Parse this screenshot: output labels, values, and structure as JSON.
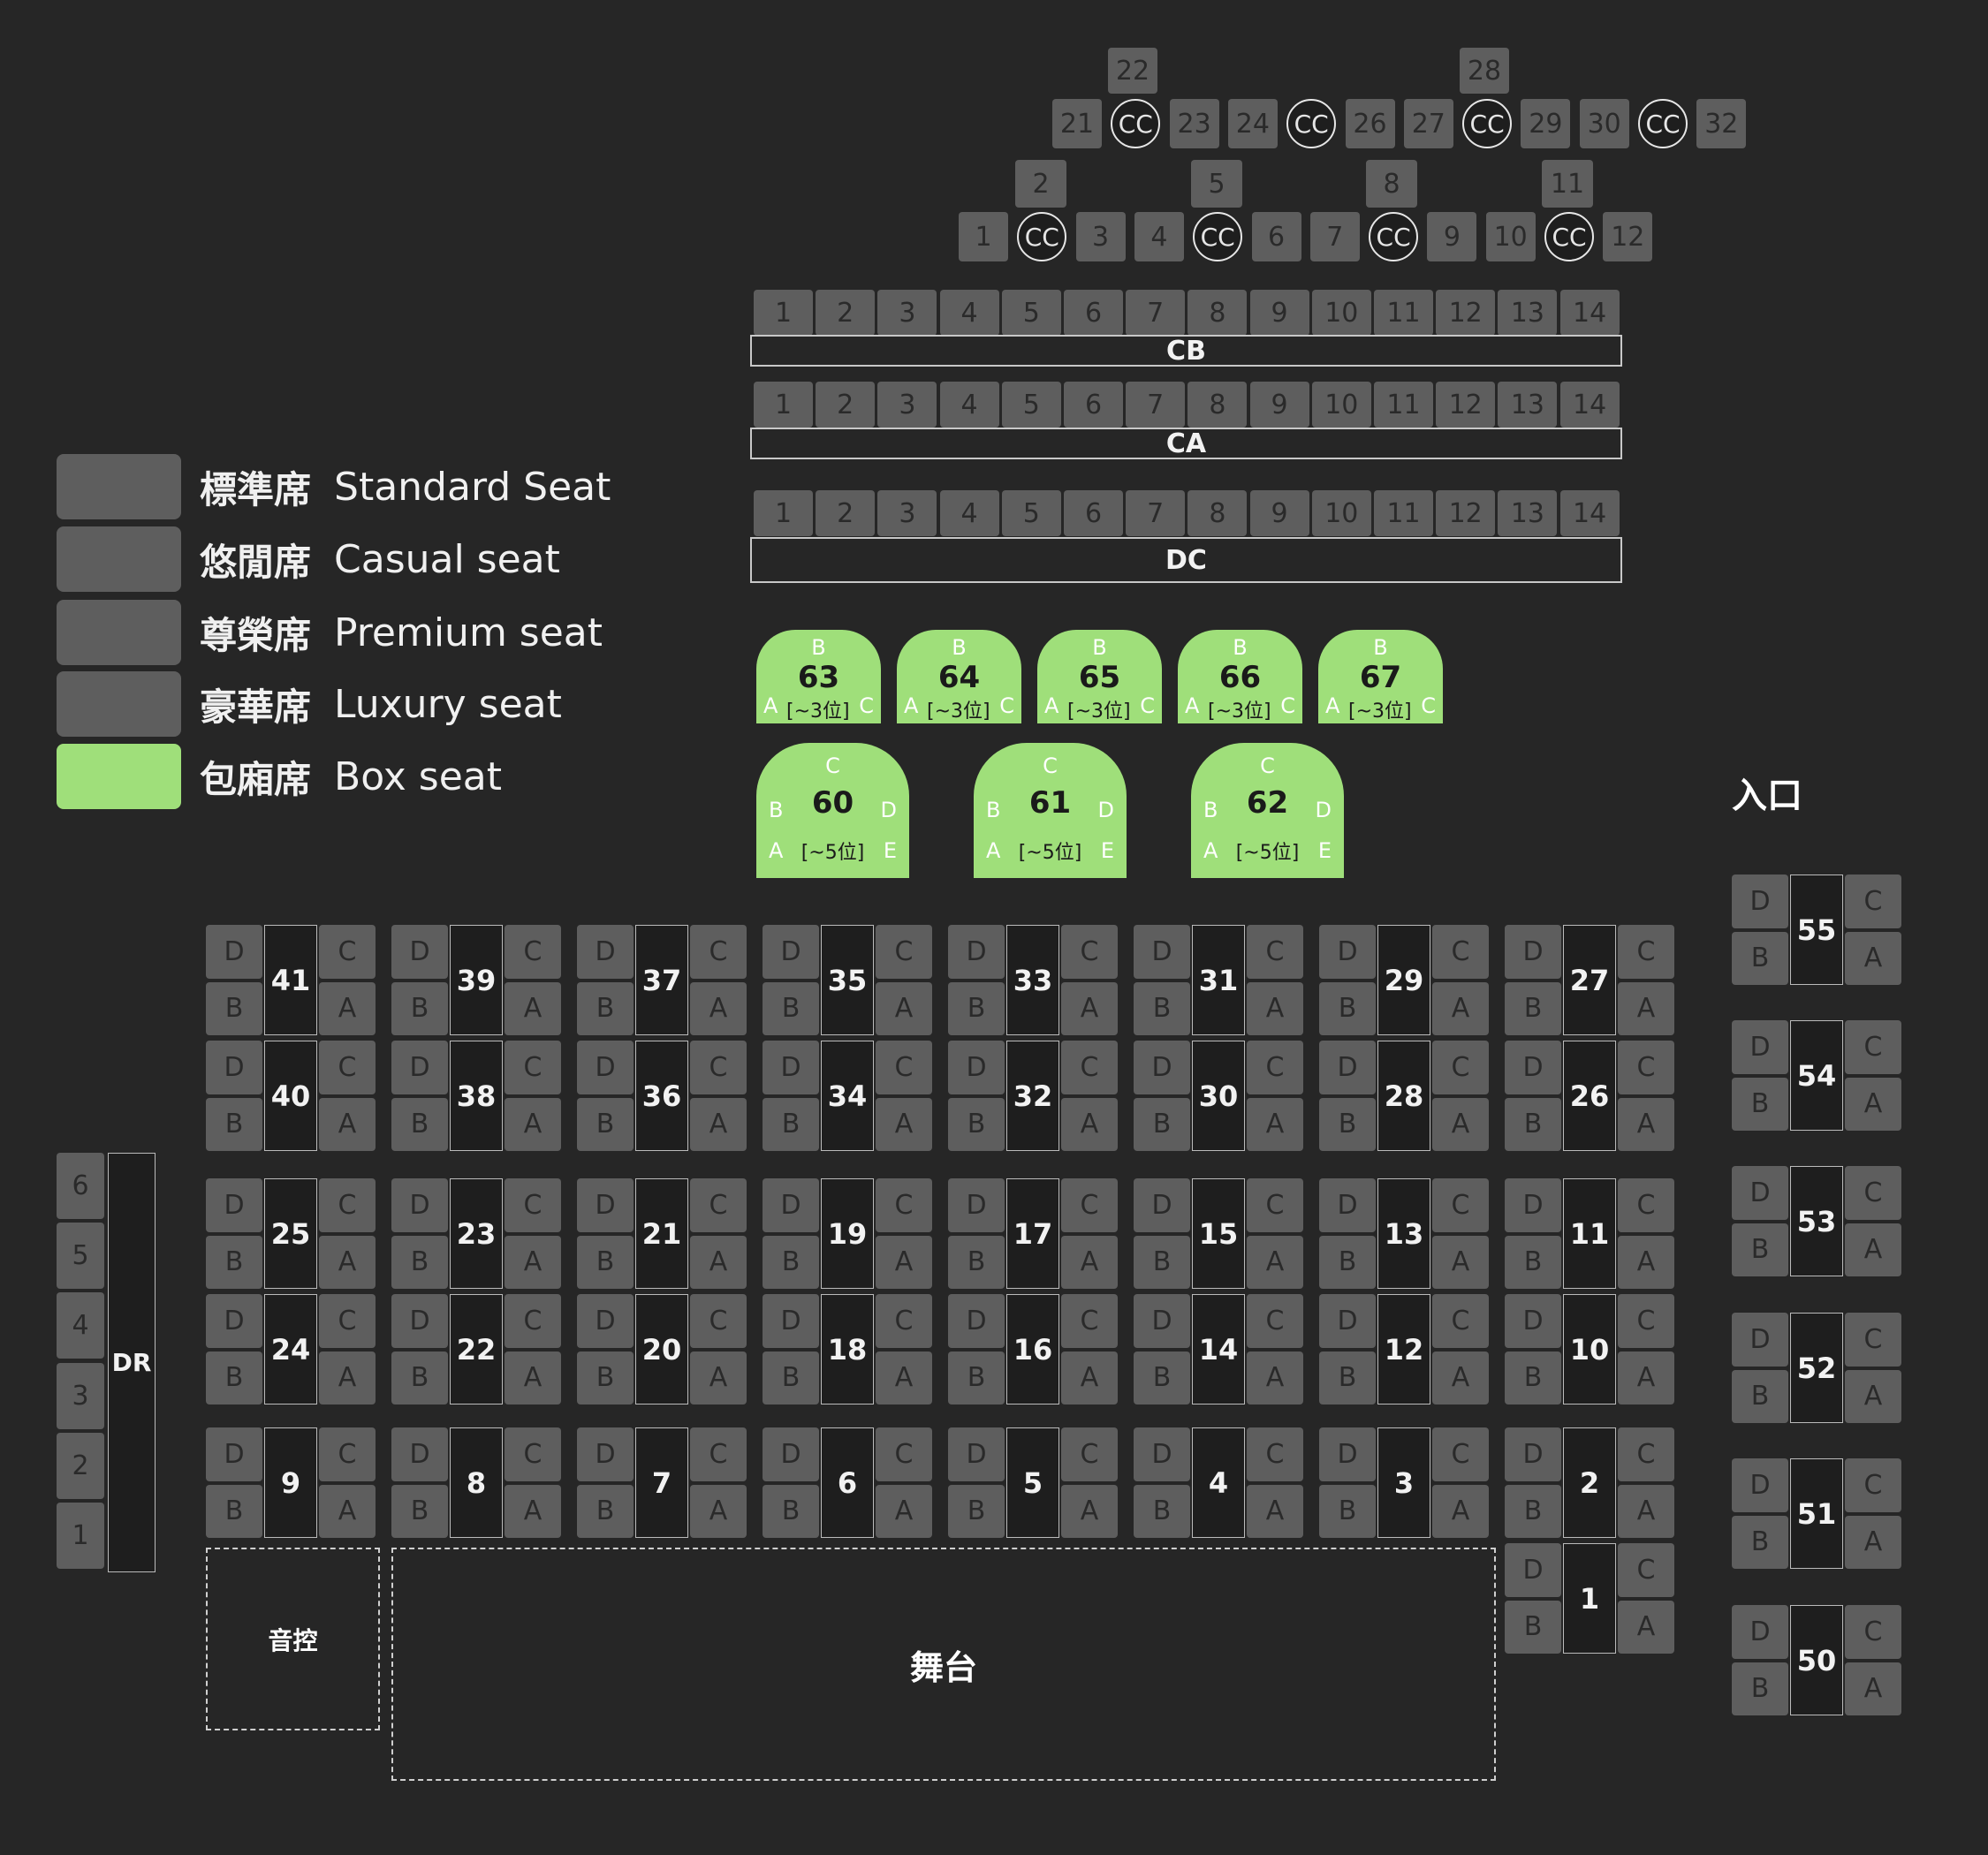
{
  "colors": {
    "background": "#262626",
    "seat": "#5e5e5e",
    "box_seat": "#9fdf7a"
  },
  "legend": [
    {
      "zh": "標準席",
      "en": "Standard Seat",
      "color": "#5e5e5e"
    },
    {
      "zh": "悠閒席",
      "en": "Casual seat",
      "color": "#5e5e5e"
    },
    {
      "zh": "尊榮席",
      "en": "Premium seat",
      "color": "#5e5e5e"
    },
    {
      "zh": "豪華席",
      "en": "Luxury seat",
      "color": "#5e5e5e"
    },
    {
      "zh": "包廂席",
      "en": "Box seat",
      "color": "#9fdf7a"
    }
  ],
  "top_section": {
    "upper_row": [
      "22",
      "28"
    ],
    "row1": [
      "21",
      "CC",
      "23",
      "24",
      "CC",
      "26",
      "27",
      "CC",
      "29",
      "30",
      "CC",
      "32"
    ],
    "upper_row2": [
      "2",
      "5",
      "8",
      "11"
    ],
    "row2": [
      "1",
      "CC",
      "3",
      "4",
      "CC",
      "6",
      "7",
      "CC",
      "9",
      "10",
      "CC",
      "12"
    ]
  },
  "rows": {
    "seat_numbers": [
      "1",
      "2",
      "3",
      "4",
      "5",
      "6",
      "7",
      "8",
      "9",
      "10",
      "11",
      "12",
      "13",
      "14"
    ],
    "labels": [
      "CB",
      "CA",
      "DC"
    ]
  },
  "box_small": [
    {
      "top": "B",
      "num": "63",
      "left": "A",
      "pers": "[~3位]",
      "right": "C"
    },
    {
      "top": "B",
      "num": "64",
      "left": "A",
      "pers": "[~3位]",
      "right": "C"
    },
    {
      "top": "B",
      "num": "65",
      "left": "A",
      "pers": "[~3位]",
      "right": "C"
    },
    {
      "top": "B",
      "num": "66",
      "left": "A",
      "pers": "[~3位]",
      "right": "C"
    },
    {
      "top": "B",
      "num": "67",
      "left": "A",
      "pers": "[~3位]",
      "right": "C"
    }
  ],
  "box_large": [
    {
      "top": "C",
      "num": "60",
      "b": "B",
      "d": "D",
      "a": "A",
      "e": "E",
      "pers": "[~5位]"
    },
    {
      "top": "C",
      "num": "61",
      "b": "B",
      "d": "D",
      "a": "A",
      "e": "E",
      "pers": "[~5位]"
    },
    {
      "top": "C",
      "num": "62",
      "b": "B",
      "d": "D",
      "a": "A",
      "e": "E",
      "pers": "[~5位]"
    }
  ],
  "entrance": "入口",
  "tables": {
    "row_a": [
      "41",
      "39",
      "37",
      "35",
      "33",
      "31",
      "29",
      "27"
    ],
    "row_b": [
      "40",
      "38",
      "36",
      "34",
      "32",
      "30",
      "28",
      "26"
    ],
    "row_c": [
      "25",
      "23",
      "21",
      "19",
      "17",
      "15",
      "13",
      "11"
    ],
    "row_d": [
      "24",
      "22",
      "20",
      "18",
      "16",
      "14",
      "12",
      "10"
    ],
    "row_e": [
      "9",
      "8",
      "7",
      "6",
      "5",
      "4",
      "3",
      "2"
    ],
    "extra": "1",
    "right": [
      "55",
      "54",
      "53",
      "52",
      "51",
      "50"
    ],
    "seat_d": "D",
    "seat_c": "C",
    "seat_b": "B",
    "seat_a": "A"
  },
  "left_column": [
    "6",
    "5",
    "4",
    "3",
    "2",
    "1"
  ],
  "dr": "DR",
  "sound": "音控",
  "stage": "舞台"
}
